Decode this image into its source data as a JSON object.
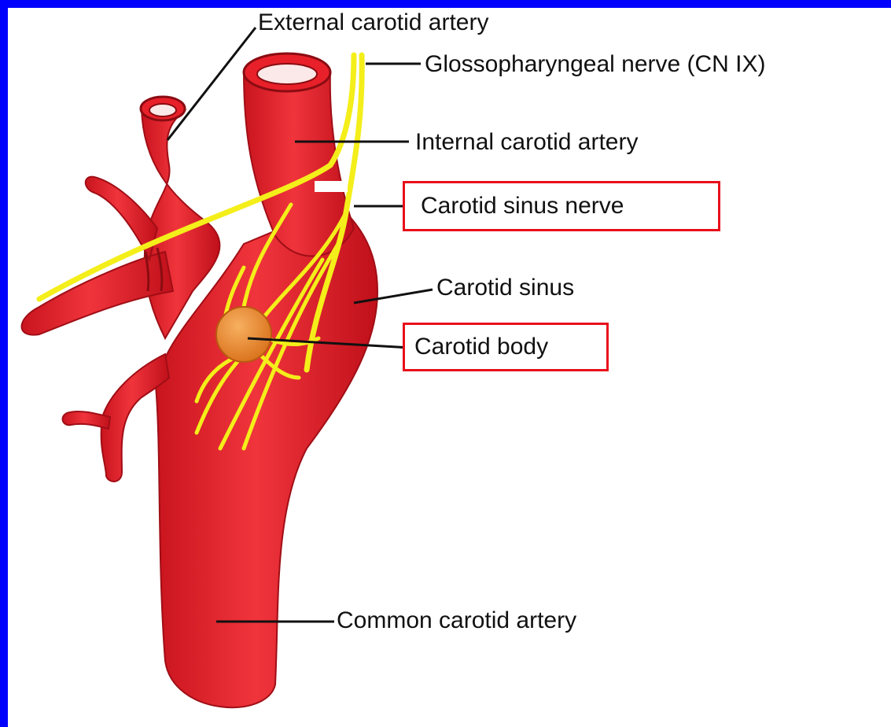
{
  "labels": {
    "external_carotid_artery": "External carotid artery",
    "glossopharyngeal_nerve": "Glossopharyngeal nerve (CN IX)",
    "internal_carotid_artery": "Internal carotid artery",
    "carotid_sinus_nerve": "Carotid sinus nerve",
    "carotid_sinus": "Carotid sinus",
    "carotid_body": "Carotid body",
    "common_carotid_artery": "Common carotid artery"
  },
  "colors": {
    "frame": "#0000ff",
    "artery": "#e8202a",
    "artery_shadow": "#b8101a",
    "nerve": "#f4ee1a",
    "carotid_body": "#e8892a",
    "highlight_box": "#e8101c"
  }
}
